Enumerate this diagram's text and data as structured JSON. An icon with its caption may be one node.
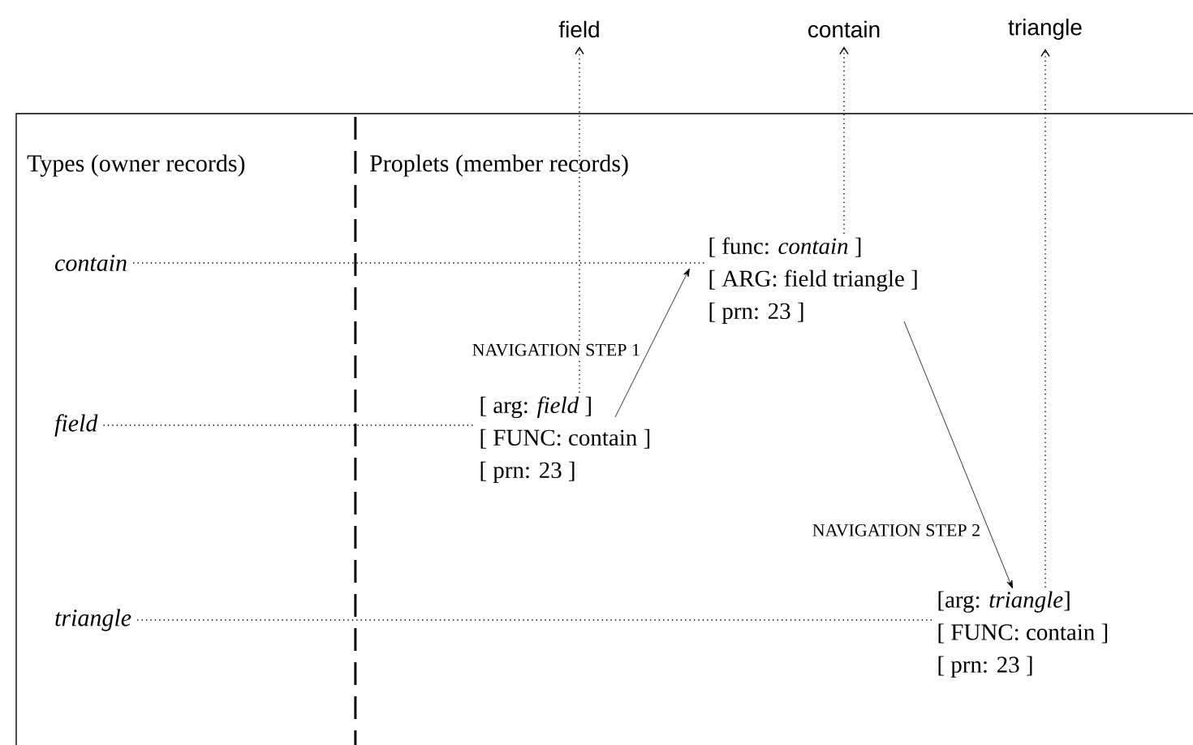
{
  "diagram": {
    "nodes": [
      {
        "text": [
          "field"
        ]
      },
      {
        "text": [
          "contain"
        ]
      },
      {
        "text": [
          "triangle"
        ]
      },
      {
        "text": [
          "Types (owner records)",
          "Proplets (member records)"
        ]
      },
      {
        "text": [
          "contain"
        ],
        "in": 3
      },
      {
        "text": [
          "field"
        ],
        "in": 3
      },
      {
        "text": [
          "triangle"
        ],
        "in": 3
      },
      {
        "text": [
          "[ func: *contain* ]",
          "[ ARG: field triangle ]",
          "[ prn: 23 ]"
        ],
        "in": 3
      },
      {
        "text": [
          "[ arg: *field* ]",
          "[ FUNC: contain ]",
          "[ prn: 23 ]"
        ],
        "in": 3
      },
      {
        "text": [
          "[arg: *triangle*]",
          "[ FUNC: contain ]",
          "[ prn: 23 ]"
        ],
        "in": 3
      }
    ],
    "edges": [
      {
        "from": 4,
        "to": 7,
        "arrow": "none",
        "style": "dashed"
      },
      {
        "from": 5,
        "to": 8,
        "arrow": "none",
        "style": "dashed"
      },
      {
        "from": 6,
        "to": 9,
        "arrow": "none",
        "style": "dashed"
      },
      {
        "from": 8,
        "to": 0,
        "arrow": "to",
        "style": "dashed"
      },
      {
        "from": 7,
        "to": 1,
        "arrow": "to",
        "style": "dashed"
      },
      {
        "from": 9,
        "to": 2,
        "arrow": "to",
        "style": "dashed"
      },
      {
        "from": 8,
        "to": 7,
        "arrow": "to",
        "label": "NAVIGATION STEP 1"
      },
      {
        "from": 7,
        "to": 9,
        "arrow": "to",
        "label": "NAVIGATION STEP 2"
      }
    ]
  }
}
